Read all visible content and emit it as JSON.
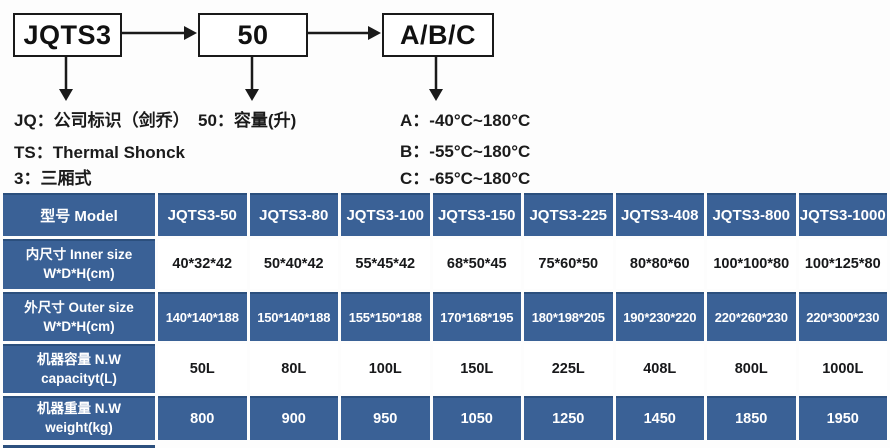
{
  "diagram": {
    "boxes": [
      {
        "label": "JQTS3"
      },
      {
        "label": "50"
      },
      {
        "label": "A/B/C"
      }
    ],
    "notes_left": {
      "line1": "JQ：公司标识（剑乔）",
      "line2": "TS：Thermal Shonck",
      "line3": "3：三厢式"
    },
    "note_mid": "50：容量(升)",
    "notes_right": {
      "line1": "A：-40°C~180°C",
      "line2": "B：-55°C~180°C",
      "line3": "C：-65°C~180°C"
    }
  },
  "table": {
    "header": [
      "型号 Model",
      "JQTS3-50",
      "JQTS3-80",
      "JQTS3-100",
      "JQTS3-150",
      "JQTS3-225",
      "JQTS3-408",
      "JQTS3-800",
      "JQTS3-1000"
    ],
    "rows": [
      {
        "label_cn": "内尺寸 Inner size",
        "label_en": "W*D*H(cm)",
        "values": [
          "40*32*42",
          "50*40*42",
          "55*45*42",
          "68*50*45",
          "75*60*50",
          "80*80*60",
          "100*100*80",
          "100*125*80"
        ]
      },
      {
        "label_cn": "外尺寸 Outer size",
        "label_en": "W*D*H(cm)",
        "values": [
          "140*140*188",
          "150*140*188",
          "155*150*188",
          "170*168*195",
          "180*198*205",
          "190*230*220",
          "220*260*230",
          "220*300*230"
        ]
      },
      {
        "label_cn": "机器容量 N.W",
        "label_en": "capacityt(L)",
        "values": [
          "50L",
          "80L",
          "100L",
          "150L",
          "225L",
          "408L",
          "800L",
          "1000L"
        ]
      },
      {
        "label_cn": "机器重量 N.W",
        "label_en": "weight(kg)",
        "values": [
          "800",
          "900",
          "950",
          "1050",
          "1250",
          "1450",
          "1850",
          "1950"
        ]
      }
    ]
  },
  "colors": {
    "cell_blue": "#3a6196",
    "cell_blue_edge": "#2b4f7d",
    "box_border": "#1a1a1a"
  }
}
